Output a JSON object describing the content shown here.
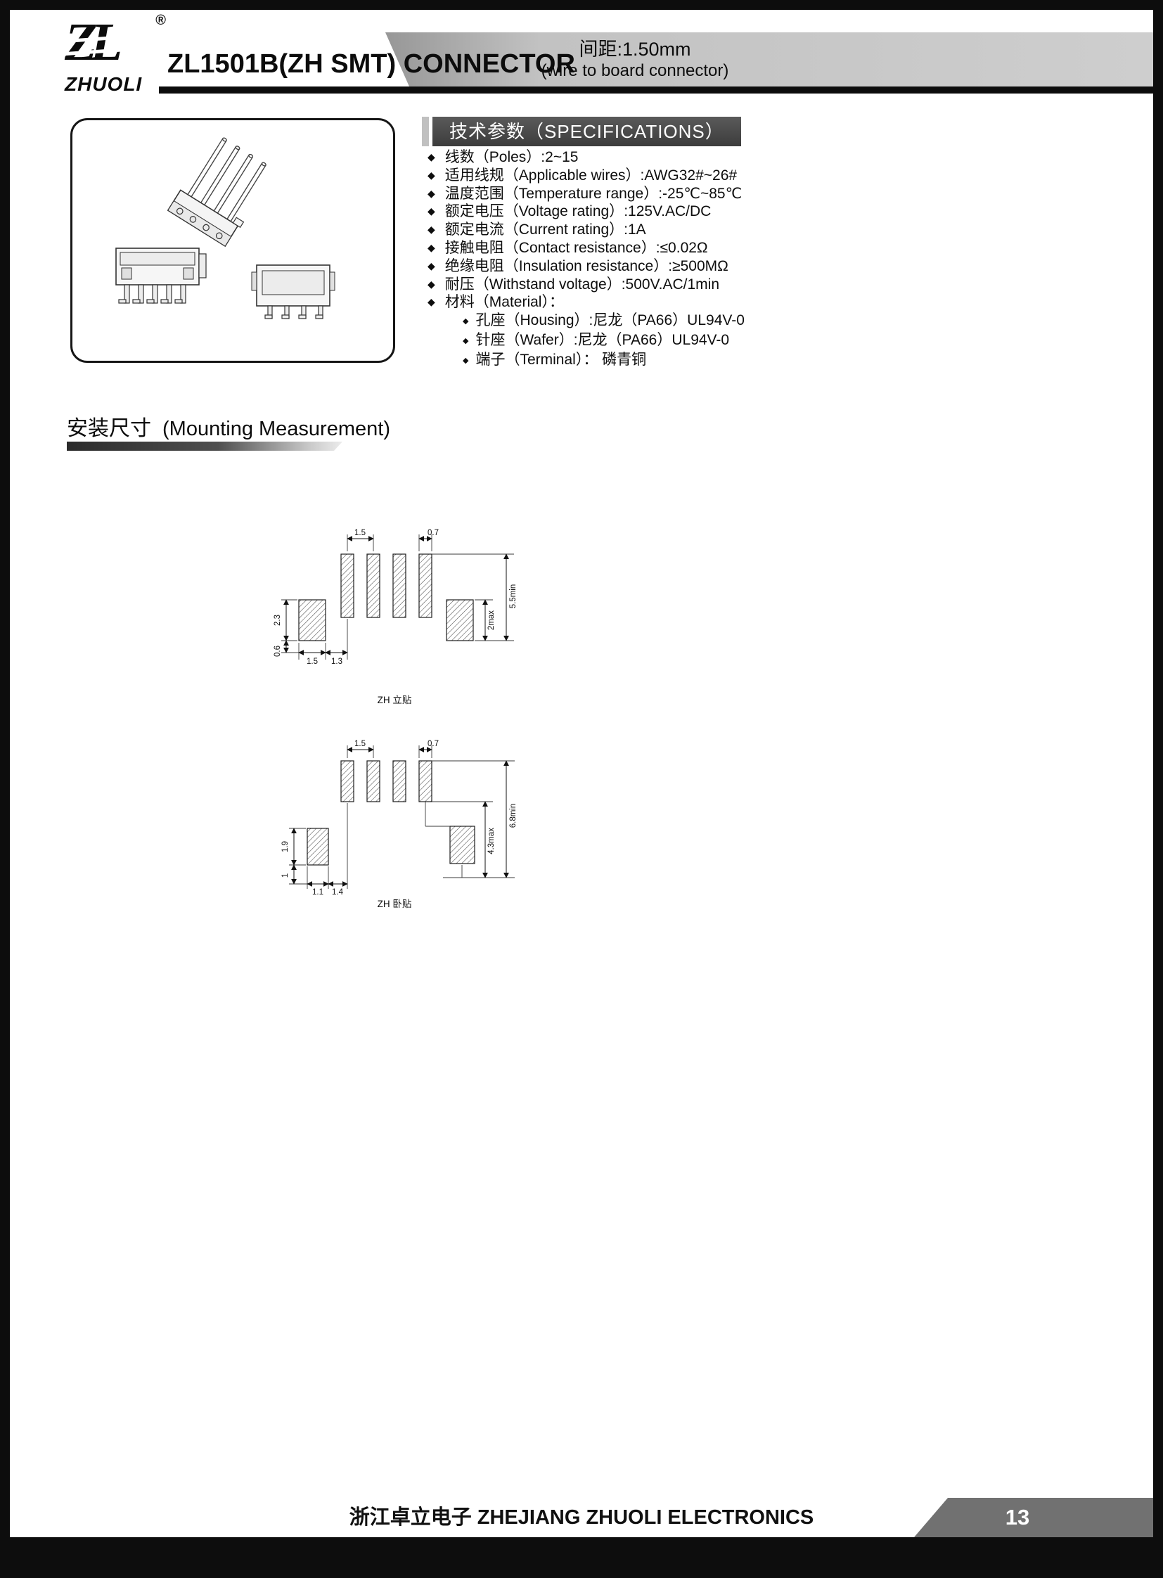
{
  "header": {
    "logo": {
      "mark": "ZL",
      "name": "ZHUOLI",
      "registered": "®"
    },
    "title": "ZL1501B(ZH SMT) CONNECTOR",
    "pitch_label": "间距:1.50mm",
    "type_label": "(wire to board connector)"
  },
  "specifications": {
    "heading": "技术参数（SPECIFICATIONS）",
    "bullet": "◆",
    "items": [
      "线数（Poles）:2~15",
      "适用线规（Applicable wires）:AWG32#~26#",
      "温度范围（Temperature range）:-25℃~85℃",
      "额定电压（Voltage rating）:125V.AC/DC",
      "额定电流（Current rating）:1A",
      "接触电阻（Contact resistance）:≤0.02Ω",
      "绝缘电阻（Insulation resistance）:≥500MΩ",
      "耐压（Withstand voltage）:500V.AC/1min",
      "材料（Material）："
    ],
    "material_items": [
      "孔座（Housing）:尼龙（PA66）UL94V-0",
      "针座（Wafer）:尼龙（PA66）UL94V-0",
      "端子（Terminal）： 磷青铜"
    ]
  },
  "mounting": {
    "heading_cn": "安装尺寸",
    "heading_en": "(Mounting Measurement)",
    "vertical": {
      "label": "ZH 立贴",
      "dims": {
        "pitch": "1.5",
        "pad_width": "0.7",
        "side_pad_height": "2.3",
        "side_pad_offset": "0.6",
        "side_pad_width": "1.5",
        "gap": "1.3",
        "inner_height": "2max",
        "overall_height": "5.5min"
      }
    },
    "horizontal": {
      "label": "ZH 卧贴",
      "dims": {
        "pitch": "1.5",
        "pad_width": "0.7",
        "side_pad_height": "1.9",
        "side_pad_offset": "1",
        "side_pad_width": "1.1",
        "gap": "1.4",
        "inner_height": "4.3max",
        "overall_height": "6.8min"
      }
    }
  },
  "footer": {
    "company": "浙江卓立电子 ZHEJIANG ZHUOLI ELECTRONICS",
    "page_number": "13"
  }
}
